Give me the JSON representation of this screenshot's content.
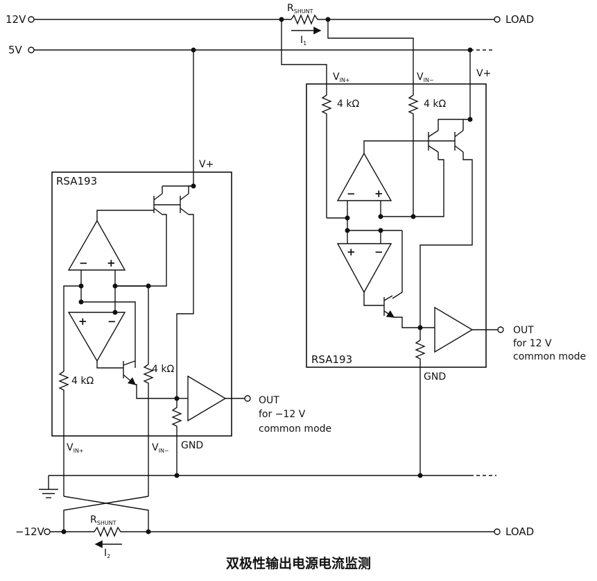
{
  "caption": "双极性输出电源电流监测",
  "rails": {
    "pos12": "12V",
    "pos5": "5V",
    "neg12": "−12V",
    "load_top": "LOAD",
    "load_bottom": "LOAD"
  },
  "shunt_top": {
    "r_main": "R",
    "r_sub": "SHUNT",
    "i_main": "I",
    "i_sub": "1"
  },
  "shunt_bottom": {
    "r_main": "R",
    "r_sub": "SHUNT",
    "i_main": "I",
    "i_sub": "2"
  },
  "right_ic": {
    "name": "RSA193",
    "vinp_main": "V",
    "vinp_sub": "IN+",
    "vinm_main": "V",
    "vinm_sub": "IN−",
    "vplus": "V+",
    "r1": "4 kΩ",
    "r2": "4 kΩ",
    "amp1_minus": "−",
    "amp1_plus": "+",
    "amp2_plus": "+",
    "amp2_minus": "−",
    "gnd": "GND",
    "out": "OUT",
    "out_line2": "for 12 V",
    "out_line3": "common mode"
  },
  "left_ic": {
    "name": "RSA193",
    "vplus": "V+",
    "r1": "4 kΩ",
    "r2": "4 kΩ",
    "amp1_minus": "−",
    "amp1_plus": "+",
    "amp2_plus": "+",
    "amp2_minus": "−",
    "gnd": "GND",
    "vinp_main": "V",
    "vinp_sub": "IN+",
    "vinm_main": "V",
    "vinm_sub": "IN−",
    "out": "OUT",
    "out_line2": "for −12 V",
    "out_line3": "common mode"
  }
}
